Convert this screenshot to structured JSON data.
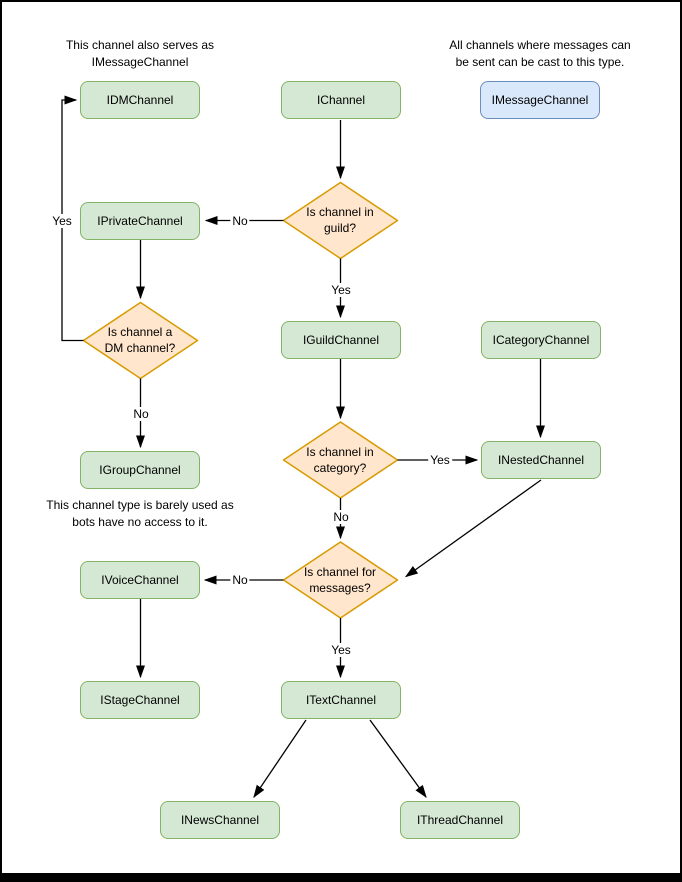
{
  "diagram": {
    "notes": {
      "dm_note": {
        "line1": "This channel also serves as",
        "line2": "IMessageChannel"
      },
      "message_note": {
        "line1": "All channels where messages can",
        "line2": "be sent can be cast to this type."
      },
      "group_note": {
        "line1": "This channel type is barely used as",
        "line2": "bots have no access to it."
      }
    },
    "nodes": {
      "idm": {
        "label": "IDMChannel"
      },
      "ichannel": {
        "label": "IChannel"
      },
      "imessage": {
        "label": "IMessageChannel"
      },
      "iprivate": {
        "label": "IPrivateChannel"
      },
      "iguild": {
        "label": "IGuildChannel"
      },
      "icategory": {
        "label": "ICategoryChannel"
      },
      "igroup": {
        "label": "IGroupChannel"
      },
      "inested": {
        "label": "INestedChannel"
      },
      "ivoice": {
        "label": "IVoiceChannel"
      },
      "istage": {
        "label": "IStageChannel"
      },
      "itext": {
        "label": "ITextChannel"
      },
      "inews": {
        "label": "INewsChannel"
      },
      "ithread": {
        "label": "IThreadChannel"
      }
    },
    "decisions": {
      "in_guild": {
        "line1": "Is channel in",
        "line2": "guild?"
      },
      "is_dm": {
        "line1": "Is channel a",
        "line2": "DM channel?"
      },
      "in_category": {
        "line1": "Is channel in",
        "line2": "category?"
      },
      "for_messages": {
        "line1": "Is channel for",
        "line2": "messages?"
      }
    },
    "edge_labels": {
      "guild_no": "No",
      "guild_yes": "Yes",
      "dm_yes": "Yes",
      "dm_no": "No",
      "category_yes": "Yes",
      "category_no": "No",
      "messages_no": "No",
      "messages_yes": "Yes"
    },
    "colors": {
      "node_fill": "#d5e8d4",
      "node_stroke": "#82b366",
      "decision_fill": "#ffe6cc",
      "decision_stroke": "#d79b00",
      "highlight_fill": "#dae8fc",
      "highlight_stroke": "#6c8ebf",
      "edge": "#000000"
    }
  }
}
